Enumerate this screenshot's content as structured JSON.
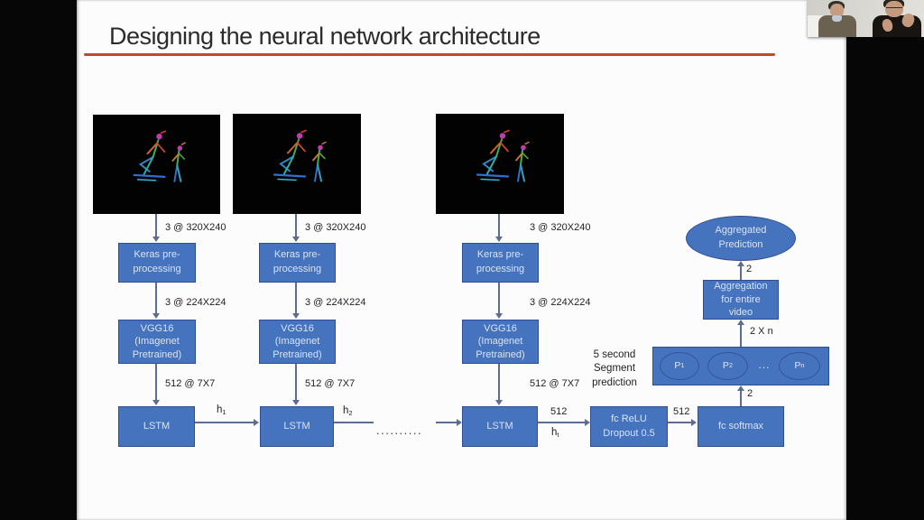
{
  "colors": {
    "box_fill": "#4673bd",
    "box_border": "#2e4f96",
    "arrow": "#5d6d90",
    "underline": "#c1472f",
    "stage_bg": "#060606",
    "slide_bg": "#fcfcfd"
  },
  "slide": {
    "title": "Designing the neural network architecture"
  },
  "diagram": {
    "columns": [
      {
        "input_size": "3 @ 320X240",
        "keras": "Keras pre-\nprocessing",
        "keras_out": "3 @ 224X224",
        "vgg": "VGG16\n(Imagenet\nPretrained)",
        "vgg_out": "512 @ 7X7",
        "lstm": "LSTM"
      },
      {
        "input_size": "3 @ 320X240",
        "keras": "Keras pre-\nprocessing",
        "keras_out": "3 @ 224X224",
        "vgg": "VGG16\n(Imagenet\nPretrained)",
        "vgg_out": "512 @ 7X7",
        "lstm": "LSTM"
      },
      {
        "input_size": "3 @ 320X240",
        "keras": "Keras pre-\nprocessing",
        "keras_out": "3 @ 224X224",
        "vgg": "VGG16\n(Imagenet\nPretrained)",
        "vgg_out": "512 @ 7X7",
        "lstm": "LSTM"
      }
    ],
    "h1": {
      "base": "h",
      "sub": "1"
    },
    "h2": {
      "base": "h",
      "sub": "2"
    },
    "ht": {
      "base": "h",
      "sub": "t"
    },
    "sequence_dots": "..........",
    "lstm_out": "512",
    "fc_relu": "fc ReLU\nDropout 0.5",
    "fc_out": "512",
    "fc_softmax": "fc softmax",
    "softmax_out": "2",
    "segment_caption": "5 second\nSegment\nprediction",
    "p1": {
      "base": "P",
      "sub": "1"
    },
    "p2": {
      "base": "P",
      "sub": "2"
    },
    "p_dots": "...",
    "pn": {
      "base": "P",
      "sub": "n"
    },
    "segment_out": "2 X n",
    "aggregation": "Aggregation\nfor entire\nvideo",
    "aggregation_out": "2",
    "aggregated_prediction": "Aggregated\nPrediction"
  }
}
